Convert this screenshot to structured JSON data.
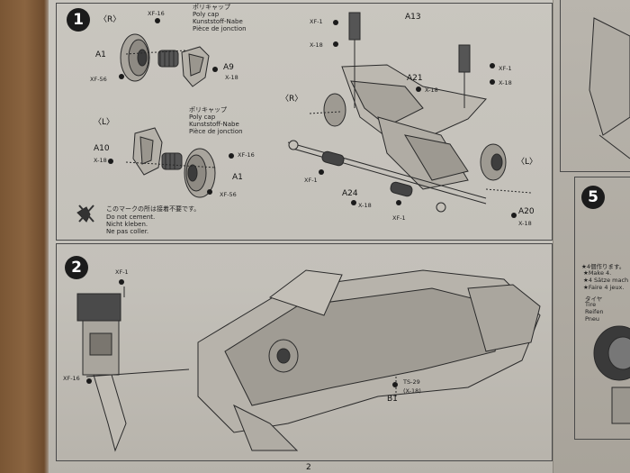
{
  "step1": {
    "number": "1",
    "right_label": "〈R〉",
    "left_label": "〈L〉",
    "polycap_jp": "ポリキャップ",
    "polycap_en": "Poly cap",
    "polycap_de": "Kunststoff-Nabe",
    "polycap_fr": "Pièce de jonction",
    "xf16": "XF-16",
    "xf56": "XF-56",
    "x18": "X-18",
    "a1": "A1",
    "a9": "A9",
    "a10": "A10",
    "a13": "A13",
    "a21": "A21",
    "a24": "A24",
    "a20": "A20",
    "xf1": "XF-1",
    "right_mark": "〈R〉",
    "left_mark": "〈L〉",
    "nocement_jp": "このマークの所は接着不要です。",
    "nocement_en": "Do not cement.",
    "nocement_de": "Nicht kleben.",
    "nocement_fr": "Ne pas coller."
  },
  "step2": {
    "number": "2",
    "xf1": "XF-1",
    "xf16": "XF-16",
    "ts29": "TS-29",
    "x18": "(X-18)",
    "b1": "B1"
  },
  "step5": {
    "number": "5",
    "make_jp": "★4個作ります。",
    "make_en": "★Make 4.",
    "make_de": "★4 Sätze mach",
    "make_fr": "★Faire 4 jeux.",
    "tire_jp": "タイヤ",
    "tire_en": "Tire",
    "tire_de": "Reifen",
    "tire_fr": "Pneu"
  },
  "page_number": "2"
}
